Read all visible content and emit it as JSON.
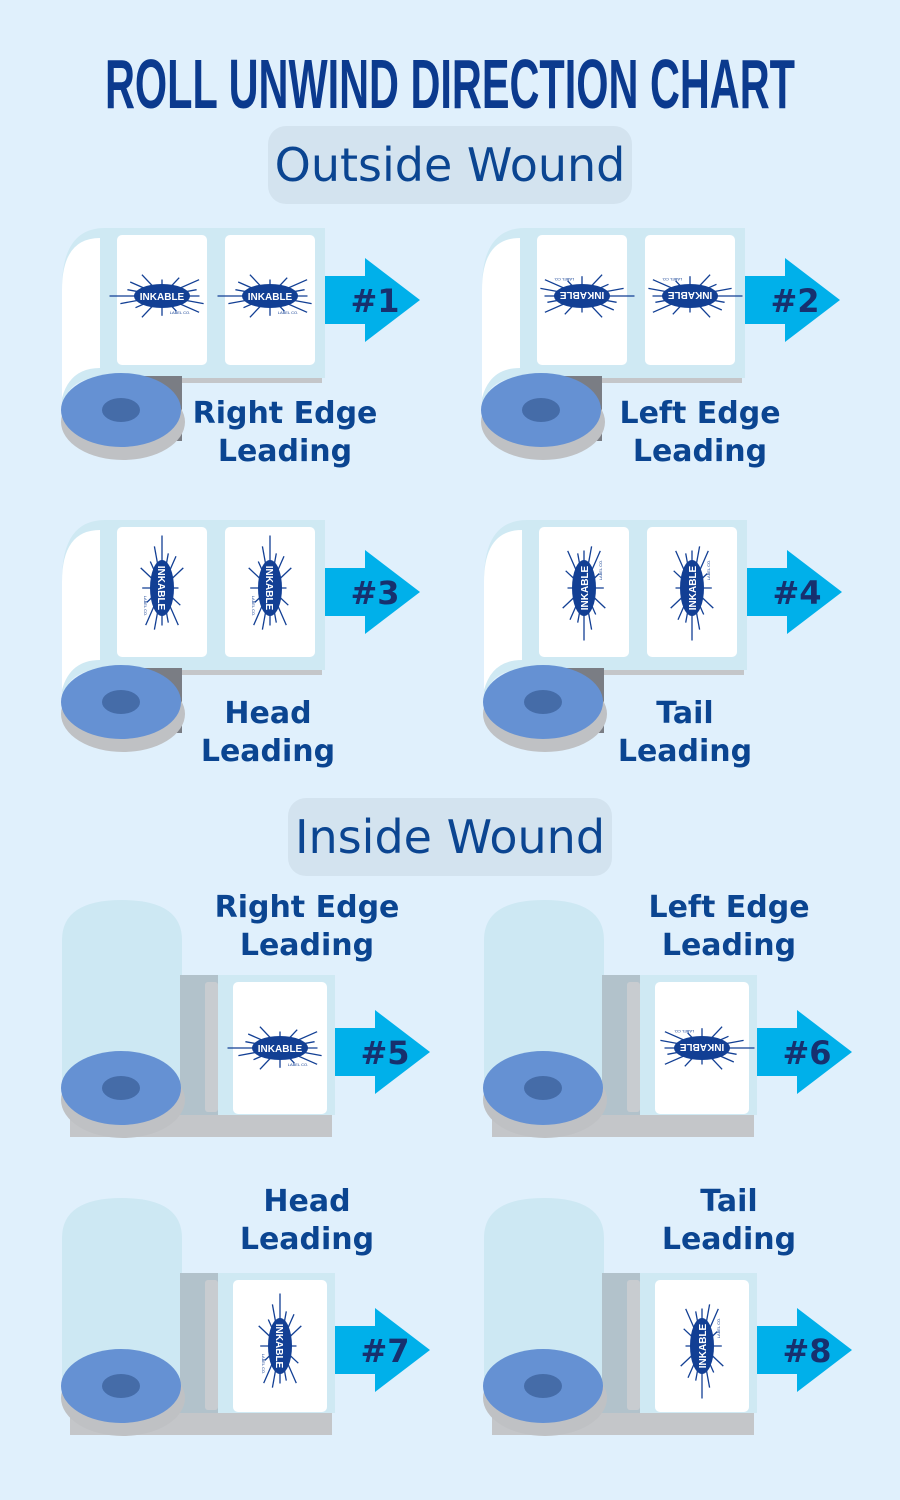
{
  "title": "ROLL UNWIND DIRECTION CHART",
  "sections": {
    "outside": "Outside Wound",
    "inside": "Inside Wound"
  },
  "logo_text": {
    "brand": "INKABLE",
    "sub": "LABEL CO."
  },
  "colors": {
    "background": "#e0f0fc",
    "title": "#0b3a8e",
    "arrow": "#00b0ea",
    "arrow_text": "#17306e",
    "roll": "#6591d3",
    "roll_hole": "#456ca8",
    "liner": "#cfe9f3",
    "label_text": "#0b4591"
  },
  "panels": [
    {
      "number": "#1",
      "wound": "outside",
      "line1": "Right Edge",
      "line2": "Leading"
    },
    {
      "number": "#2",
      "wound": "outside",
      "line1": "Left Edge",
      "line2": "Leading"
    },
    {
      "number": "#3",
      "wound": "outside",
      "line1": "Head",
      "line2": "Leading"
    },
    {
      "number": "#4",
      "wound": "outside",
      "line1": "Tail",
      "line2": "Leading"
    },
    {
      "number": "#5",
      "wound": "inside",
      "line1": "Right Edge",
      "line2": "Leading"
    },
    {
      "number": "#6",
      "wound": "inside",
      "line1": "Left Edge",
      "line2": "Leading"
    },
    {
      "number": "#7",
      "wound": "inside",
      "line1": "Head",
      "line2": "Leading"
    },
    {
      "number": "#8",
      "wound": "inside",
      "line1": "Tail",
      "line2": "Leading"
    }
  ]
}
